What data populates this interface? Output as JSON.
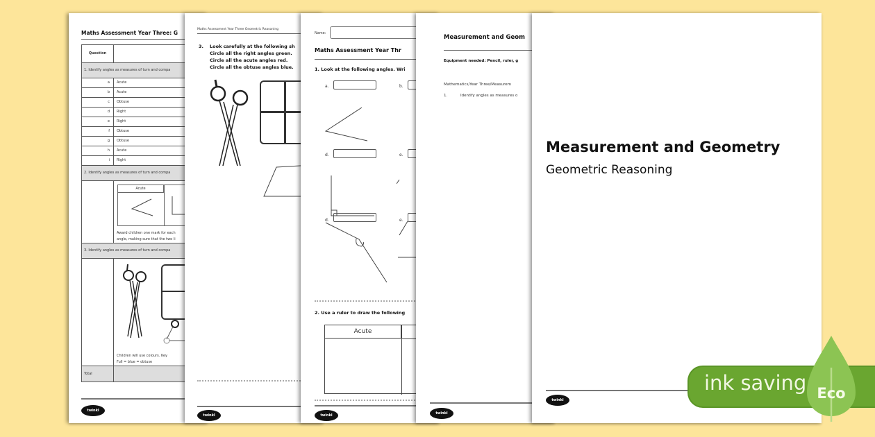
{
  "background_color": "#fde59a",
  "pages": [
    {
      "title": "Maths Assessment Year Three: G",
      "table_header": "Question",
      "section1": "1. Identify angles as measures of turn and compa",
      "rows": [
        {
          "letter": "a",
          "answer": "Acute"
        },
        {
          "letter": "b",
          "answer": "Acute"
        },
        {
          "letter": "c",
          "answer": "Obtuse"
        },
        {
          "letter": "d",
          "answer": "Right"
        },
        {
          "letter": "e",
          "answer": "Right"
        },
        {
          "letter": "f",
          "answer": "Obtuse"
        },
        {
          "letter": "g",
          "answer": "Obtuse"
        },
        {
          "letter": "h",
          "answer": "Acute"
        },
        {
          "letter": "i",
          "answer": "Right"
        }
      ],
      "section2": "2. Identify angles as measures of turn and compa",
      "inner_table_header": "Acute",
      "award_note_line1": "Award children one mark for each",
      "award_note_line2": "angle, making sure that the two li",
      "section3": "3. Identify angles as measures of turn and compa",
      "colour_note_line1": "Children will use colours. Key",
      "colour_note_line2": "Full = blue = obtuse",
      "total_label": "Total",
      "logo": "twinkl"
    },
    {
      "header": "Maths Assessment Year Three Geometric Reasoning",
      "q3_number": "3.",
      "q3_line1": "Look carefully at the following sh",
      "q3_line2": "Circle all the right angles green.",
      "q3_line3": "Circle all the acute angles red.",
      "q3_line4": "Circle all the obtuse angles blue.",
      "logo": "twinkl"
    },
    {
      "name_label": "Name:",
      "title": "Maths Assessment Year Thr",
      "q1": "1.   Look at the following angles. Wri",
      "labels": [
        "a.",
        "b.",
        "d.",
        "e.",
        "d.",
        "e."
      ],
      "q2": "2.   Use a ruler to draw the following",
      "table_header": "Acute",
      "logo": "twinkl"
    },
    {
      "title": "Measurement and Geom",
      "equipment": "Equipment needed: Pencil, ruler, g",
      "curriculum": "Mathematics/Year Three/Measurem",
      "item_number": "1.",
      "item_text": "Identify angles as measures o",
      "logo": "twinkl"
    },
    {
      "title": "Measurement and Geometry",
      "subtitle": "Geometric Reasoning",
      "logo": "twinkl"
    }
  ],
  "badge": {
    "text": "ink saving",
    "leaf_text": "Eco",
    "pill_color": "#6aa630",
    "leaf_color": "#8cc453"
  }
}
